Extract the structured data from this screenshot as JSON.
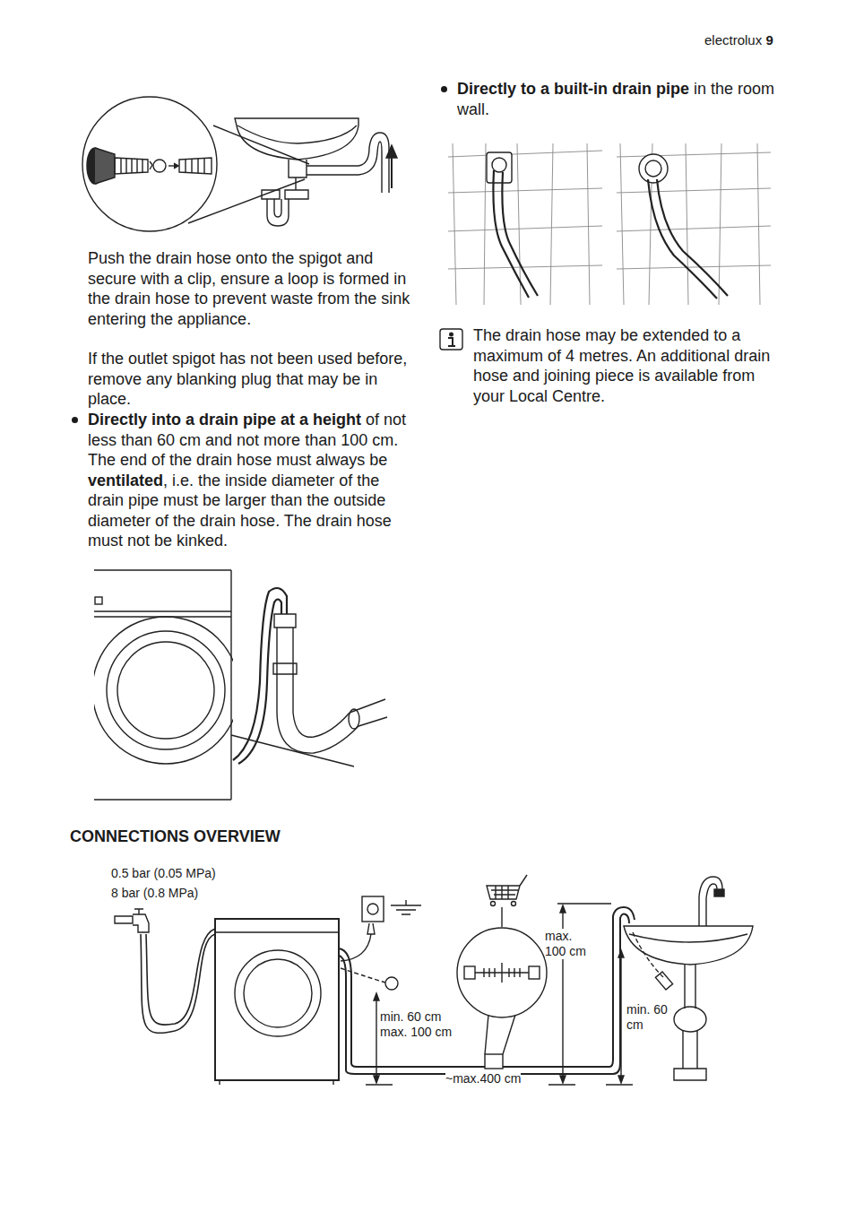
{
  "diagram": {
    "title": "CONNECTIONS OVERVIEW",
    "labels": [
      "electrolux",
      "9",
      "Push the drain hose onto the spigot and secure with a clip, ensure a loop is formed in the drain hose to prevent waste from the sink entering the appliance.",
      "If the outlet spigot has not been used before, remove any blanking plug that may be in place.",
      "Directly into a drain pipe at a height",
      "of not less than 60 cm and not more than 100 cm. The end of the drain hose must always be",
      "ventilated",
      ", i.e. the inside diameter of the drain pipe must be larger than the outside diameter of the drain hose. The drain hose must not be kinked.",
      "Directly to a built-in drain pipe",
      "in the room wall.",
      "The drain hose may be extended to a maximum of 4 metres. An additional drain hose and joining piece is available from your Local Centre.",
      "0.5 bar (0.05 MPa)",
      "8 bar (0.8 MPa)",
      "max. 100 cm",
      "min. 60 cm max. 100 cm",
      "~max.400 cm",
      "min. 60 cm"
    ]
  }
}
